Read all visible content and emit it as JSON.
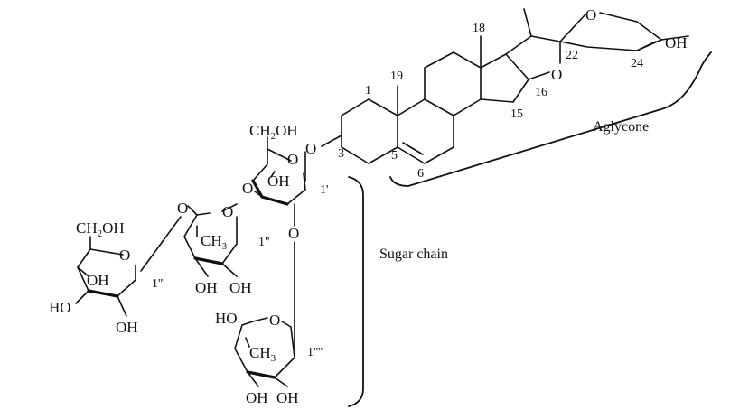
{
  "labels": {
    "aglycone": "Aglycone",
    "sugar_chain": "Sugar chain"
  },
  "atoms": {
    "oh_top": "OH",
    "o_spiro_top": "O",
    "o_spiro_ring": "O",
    "o_glycosidic": "O",
    "ch2oh_glc1": "CH",
    "ch2oh_glc1_sub": "2",
    "ch2oh_glc1_tail": "OH",
    "oh_glc1": "OH",
    "o_glc1_ring": "O",
    "o_link_rha1": "O",
    "o_link_rha2": "O",
    "o_rha1_ring": "O",
    "ch3_rha1": "CH",
    "ch3_rha1_sub": "3",
    "oh_rha1_a": "OH",
    "oh_rha1_b": "OH",
    "o_link_glc2": "O",
    "ch2oh_glc2": "CH",
    "ch2oh_glc2_sub": "2",
    "ch2oh_glc2_tail": "OH",
    "o_glc2_ring": "O",
    "oh_glc2_a": "OH",
    "ho_glc2": "HO",
    "oh_glc2_b": "OH",
    "ho_rha2": "HO",
    "o_rha2_ring": "O",
    "ch3_rha2": "CH",
    "ch3_rha2_sub": "3",
    "oh_rha2_a": "OH",
    "oh_rha2_b": "OH"
  },
  "locants": {
    "c1": "1",
    "c3": "3",
    "c5": "5",
    "c6": "6",
    "c15": "15",
    "c16": "16",
    "c18": "18",
    "c19": "19",
    "c22": "22",
    "c24": "24",
    "c1p": "1'",
    "c1pp": "1\"",
    "c1ppp": "1'''",
    "c1pppp": "1''''"
  }
}
